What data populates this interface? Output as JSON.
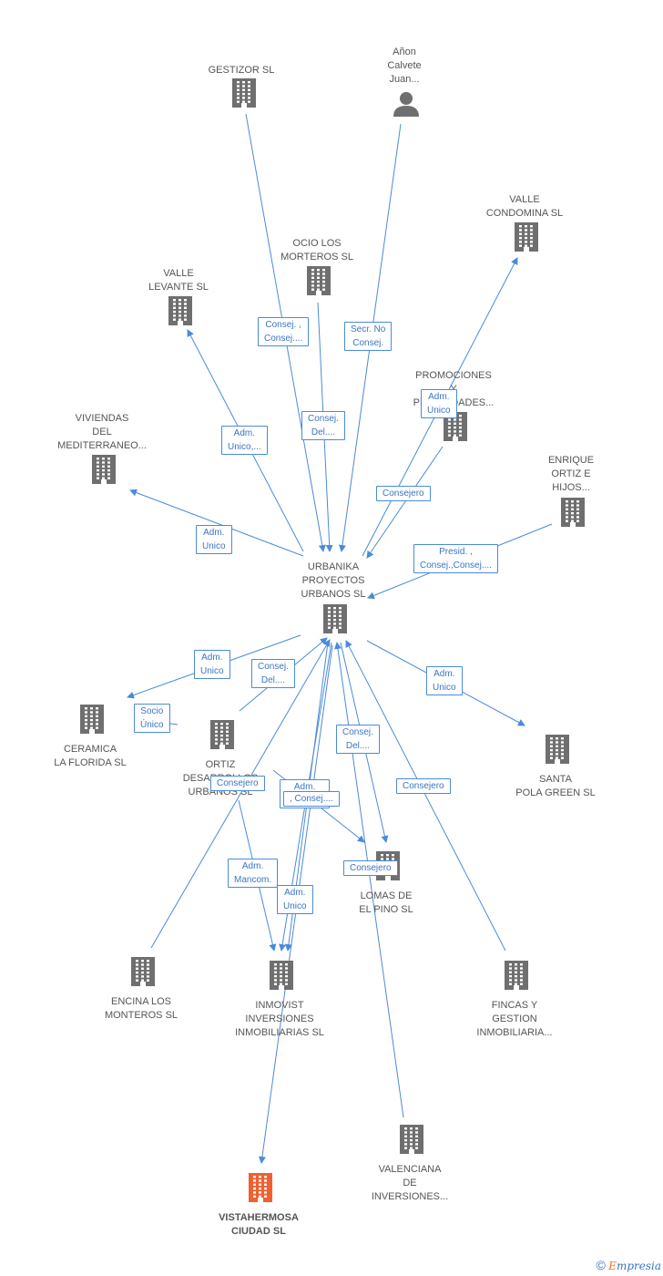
{
  "colors": {
    "edge": "#4a8bd8",
    "node": "#6f6f6f",
    "target_node": "#f06030"
  },
  "nodes": {
    "gestizor": {
      "label": "GESTIZOR SL",
      "icon": "building-icon"
    },
    "anon": {
      "label": "Añon\nCalvete\nJuan...",
      "icon": "person-icon"
    },
    "valle_condomina": {
      "label": "VALLE\nCONDOMINA SL",
      "icon": "building-icon"
    },
    "ocio": {
      "label": "OCIO LOS\nMORTEROS  SL",
      "icon": "building-icon"
    },
    "valle_levante": {
      "label": "VALLE\nLEVANTE SL",
      "icon": "building-icon"
    },
    "promociones": {
      "label": "PROMOCIONES\nY\nPROPIEDADES...",
      "icon": "building-icon"
    },
    "viviendas": {
      "label": "VIVIENDAS\nDEL\nMEDITERRANEO...",
      "icon": "building-icon"
    },
    "enrique": {
      "label": "ENRIQUE\nORTIZ E\nHIJOS...",
      "icon": "building-icon"
    },
    "urbanika": {
      "label": "URBANIKA\nPROYECTOS\nURBANOS  SL",
      "icon": "building-icon"
    },
    "ceramica": {
      "label": "CERAMICA\nLA FLORIDA SL",
      "icon": "building-icon"
    },
    "ortiz": {
      "label": "ORTIZ\nDESARROLLOS\nURBANOS SL",
      "icon": "building-icon"
    },
    "santa_pola": {
      "label": "SANTA\nPOLA GREEN SL",
      "icon": "building-icon"
    },
    "lomas": {
      "label": "LOMAS DE\nEL PINO SL",
      "icon": "building-icon"
    },
    "encina": {
      "label": "ENCINA LOS\nMONTEROS SL",
      "icon": "building-icon"
    },
    "inmovist": {
      "label": "INMOVIST\nINVERSIONES\nINMOBILIARIAS SL",
      "icon": "building-icon"
    },
    "fincas": {
      "label": "FINCAS Y\nGESTION\nINMOBILIARIA...",
      "icon": "building-icon"
    },
    "valenciana": {
      "label": "VALENCIANA\nDE\nINVERSIONES...",
      "icon": "building-icon"
    },
    "vistahermosa": {
      "label": "VISTAHERMOSA\nCIUDAD SL",
      "icon": "building-icon"
    }
  },
  "edges": [
    {
      "from": "gestizor",
      "to": "urbanika",
      "label": "Consej. ,\nConsej...."
    },
    {
      "from": "anon",
      "to": "urbanika",
      "label": "Secr.  No\nConsej."
    },
    {
      "from": "ocio",
      "to": "urbanika",
      "label": "Consej.\nDel...."
    },
    {
      "from": "urbanika",
      "to": "valle_levante",
      "label": "Adm.\nUnico,..."
    },
    {
      "from": "promociones",
      "to": "urbanika",
      "label": "Consejero"
    },
    {
      "from": "urbanika",
      "to": "valle_condomina",
      "label": "Adm.\nUnico"
    },
    {
      "from": "urbanika",
      "to": "viviendas",
      "label": "Adm.\nUnico"
    },
    {
      "from": "enrique",
      "to": "urbanika",
      "label": "Presid. ,\nConsej.,Consej...."
    },
    {
      "from": "urbanika",
      "to": "ceramica",
      "label": "Adm.\nUnico"
    },
    {
      "from": "ortiz",
      "to": "ceramica",
      "label": "Socio\nÚnico"
    },
    {
      "from": "ortiz",
      "to": "urbanika",
      "label": "Consej.\nDel...."
    },
    {
      "from": "urbanika",
      "to": "santa_pola",
      "label": "Adm.\nUnico"
    },
    {
      "from": "urbanika",
      "to": "lomas",
      "label": "Consej.\nDel...."
    },
    {
      "from": "encina",
      "to": "urbanika",
      "label": "Consejero"
    },
    {
      "from": "fincas",
      "to": "urbanika",
      "label": "Consejero"
    },
    {
      "from": "urbanika",
      "to": "inmovist",
      "label": "Adm.\nMancom."
    },
    {
      "from": "ortiz",
      "to": "lomas",
      "label": ", Consej...."
    },
    {
      "from": "ortiz",
      "to": "inmovist",
      "label": "Adm.\nMancom."
    },
    {
      "from": "urbanika",
      "to": "inmovist",
      "label": "Adm.\nUnico"
    },
    {
      "from": "valenciana",
      "to": "urbanika",
      "label": "Consejero"
    },
    {
      "from": "urbanika",
      "to": "vistahermosa",
      "label": ""
    }
  ],
  "footer": {
    "copyright": "©",
    "brand_first": "E",
    "brand_rest": "mpresia"
  }
}
